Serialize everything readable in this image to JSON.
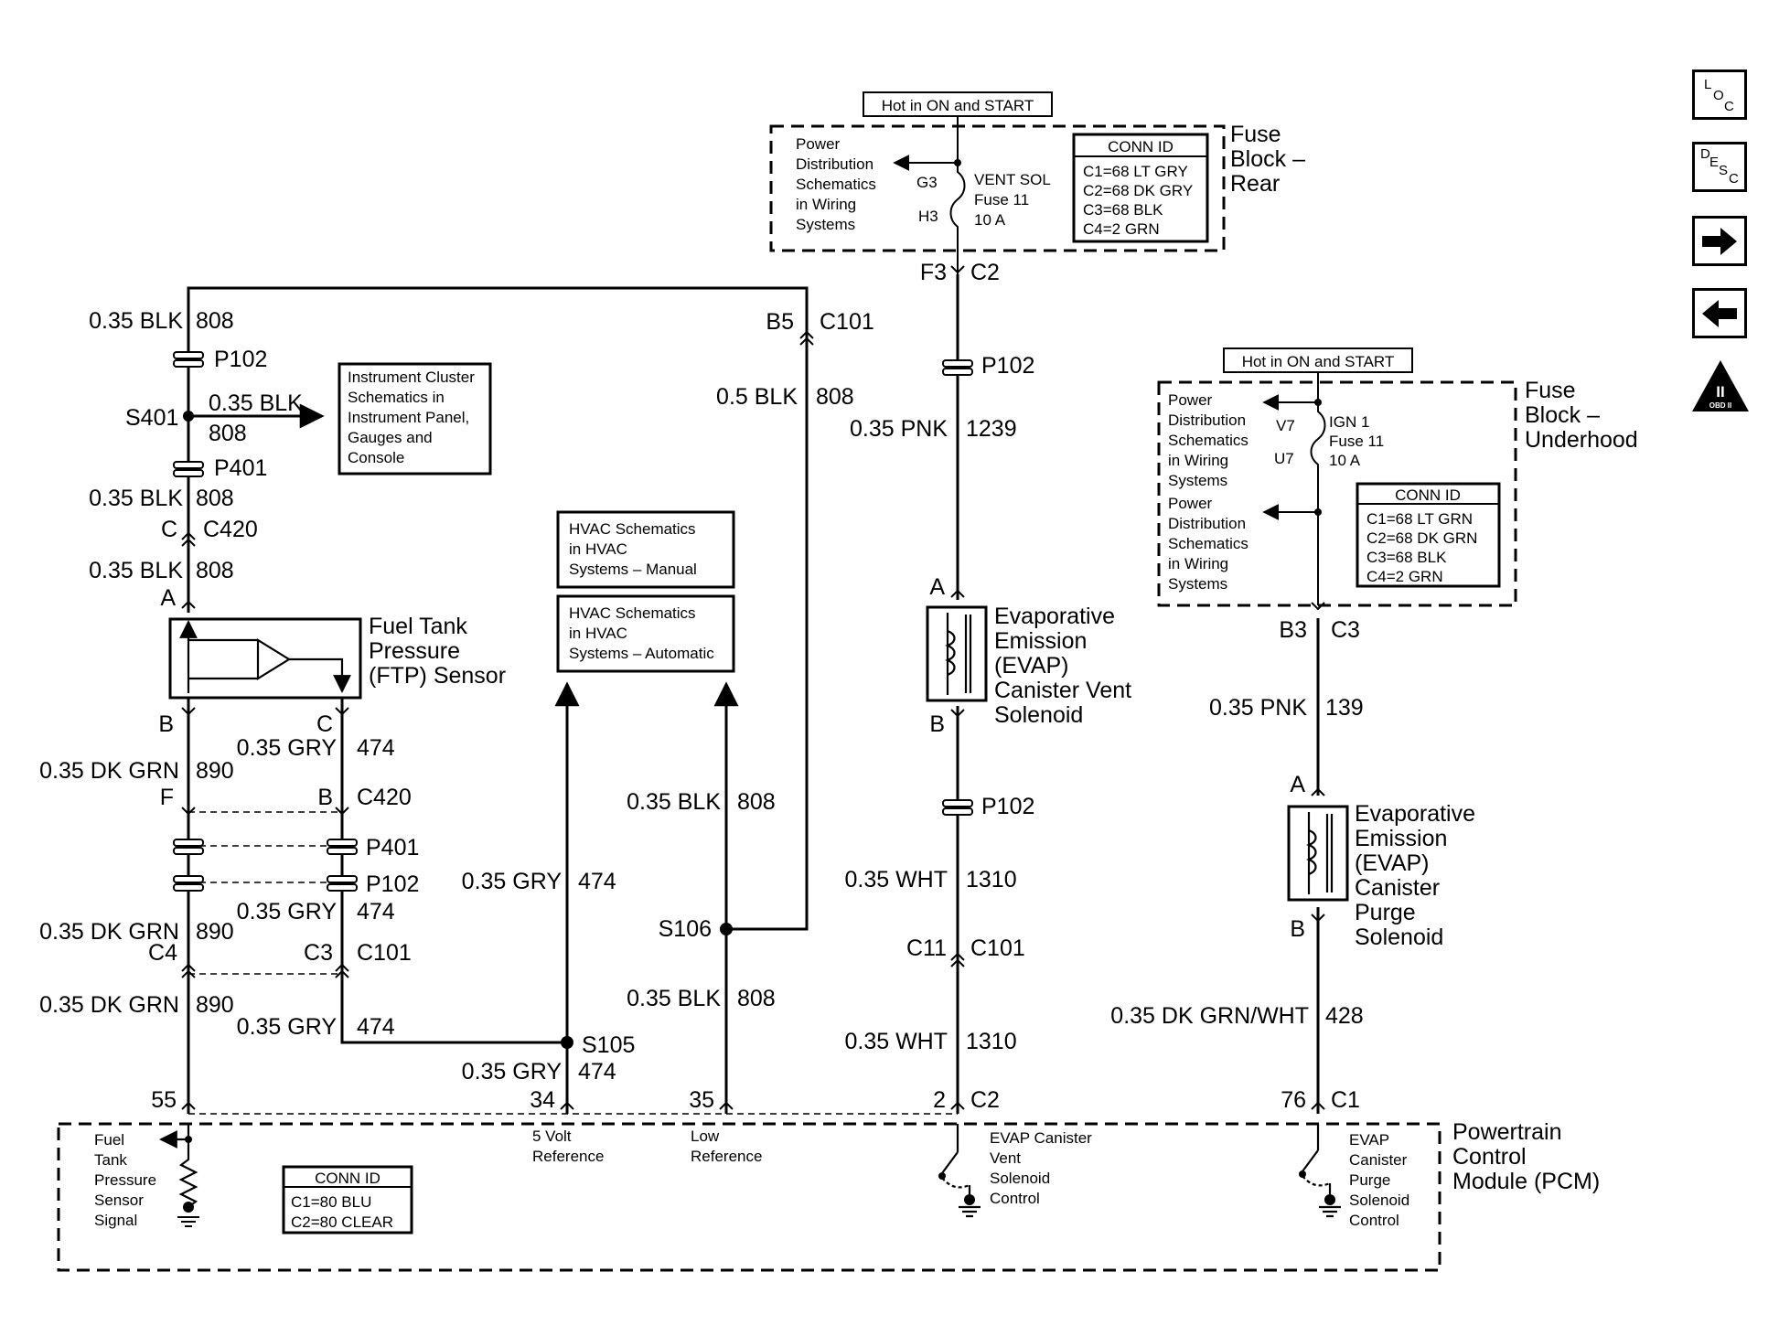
{
  "hot_labels": {
    "rear": "Hot in ON and START",
    "underhood": "Hot in ON and START"
  },
  "fuse_block_rear": {
    "name_lines": [
      "Fuse",
      "Block –",
      "Rear"
    ],
    "power_lines": [
      "Power",
      "Distribution",
      "Schematics",
      "in Wiring",
      "Systems"
    ],
    "pin_top": "G3",
    "pin_bottom": "H3",
    "fuse_lines": [
      "VENT SOL",
      "Fuse 11",
      "10 A"
    ],
    "conn_title": "CONN ID",
    "conn_rows": [
      "C1=68 LT GRY",
      "C2=68 DK GRY",
      "C3=68 BLK",
      "C4=2 GRN"
    ]
  },
  "fuse_block_underhood": {
    "name_lines": [
      "Fuse",
      "Block –",
      "Underhood"
    ],
    "power1_lines": [
      "Power",
      "Distribution",
      "Schematics",
      "in Wiring",
      "Systems"
    ],
    "power2_lines": [
      "Power",
      "Distribution",
      "Schematics",
      "in Wiring",
      "Systems"
    ],
    "pin_top": "V7",
    "pin_bottom": "U7",
    "fuse_lines": [
      "IGN 1",
      "Fuse 11",
      "10 A"
    ],
    "conn_title": "CONN ID",
    "conn_rows": [
      "C1=68 LT GRN",
      "C2=68 DK GRN",
      "C3=68 BLK",
      "C4=2 GRN"
    ]
  },
  "instrument_box_lines": [
    "Instrument Cluster",
    "Schematics in",
    "Instrument Panel,",
    "Gauges and",
    "Console"
  ],
  "hvac_manual_lines": [
    "HVAC Schematics",
    "in HVAC",
    "Systems – Manual"
  ],
  "hvac_auto_lines": [
    "HVAC Schematics",
    "in HVAC",
    "Systems – Automatic"
  ],
  "ftp_sensor_lines": [
    "Fuel Tank",
    "Pressure",
    "(FTP) Sensor"
  ],
  "vent_solenoid_lines": [
    "Evaporative",
    "Emission",
    "(EVAP)",
    "Canister Vent",
    "Solenoid"
  ],
  "purge_solenoid_lines": [
    "Evaporative",
    "Emission",
    "(EVAP)",
    "Canister",
    "Purge",
    "Solenoid"
  ],
  "pcm": {
    "name_lines": [
      "Powertrain",
      "Control",
      "Module (PCM)"
    ],
    "ftp_signal_lines": [
      "Fuel",
      "Tank",
      "Pressure",
      "Sensor",
      "Signal"
    ],
    "five_volt_lines": [
      "5 Volt",
      "Reference"
    ],
    "low_ref_lines": [
      "Low",
      "Reference"
    ],
    "vent_control_lines": [
      "EVAP Canister",
      "Vent",
      "Solenoid",
      "Control"
    ],
    "purge_control_lines": [
      "EVAP",
      "Canister",
      "Purge",
      "Solenoid",
      "Control"
    ],
    "conn_title": "CONN ID",
    "conn_rows": [
      "C1=80 BLU",
      "C2=80 CLEAR"
    ]
  },
  "wires": {
    "blk_top": {
      "gauge": "0.35 BLK",
      "circuit": "808"
    },
    "blk_s401_branch": {
      "gauge": "0.35 BLK",
      "circuit": "808"
    },
    "blk_mid": {
      "gauge": "0.35 BLK",
      "circuit": "808"
    },
    "blk_low": {
      "gauge": "0.35 BLK",
      "circuit": "808"
    },
    "blk_c101": {
      "gauge": "0.5 BLK",
      "circuit": "808"
    },
    "blk_s106_up": {
      "gauge": "0.35 BLK",
      "circuit": "808"
    },
    "blk_s106_down": {
      "gauge": "0.35 BLK",
      "circuit": "808"
    },
    "grn_1": {
      "gauge": "0.35 DK GRN",
      "circuit": "890"
    },
    "grn_2": {
      "gauge": "0.35 DK GRN",
      "circuit": "890"
    },
    "grn_3": {
      "gauge": "0.35 DK GRN",
      "circuit": "890"
    },
    "gry_1": {
      "gauge": "0.35 GRY",
      "circuit": "474"
    },
    "gry_2": {
      "gauge": "0.35 GRY",
      "circuit": "474"
    },
    "gry_3": {
      "gauge": "0.35 GRY",
      "circuit": "474"
    },
    "gry_s105_up": {
      "gauge": "0.35 GRY",
      "circuit": "474"
    },
    "gry_s105_down": {
      "gauge": "0.35 GRY",
      "circuit": "474"
    },
    "pnk_vent": {
      "gauge": "0.35 PNK",
      "circuit": "1239"
    },
    "pnk_purge": {
      "gauge": "0.35 PNK",
      "circuit": "139"
    },
    "wht_1": {
      "gauge": "0.35 WHT",
      "circuit": "1310"
    },
    "wht_2": {
      "gauge": "0.35 WHT",
      "circuit": "1310"
    },
    "grn_wht": {
      "gauge": "0.35 DK GRN/WHT",
      "circuit": "428"
    }
  },
  "connectors": {
    "p102": "P102",
    "p401": "P401",
    "c420": "C420",
    "c101": "C101",
    "c2": "C2",
    "c3": "C3",
    "c1": "C1",
    "c4": "C4",
    "c11": "C11",
    "f3": "F3",
    "b3": "B3",
    "b5": "B5",
    "pin_a": "A",
    "pin_b": "B",
    "pin_c": "C",
    "pin_f": "F"
  },
  "splices": {
    "s401": "S401",
    "s105": "S105",
    "s106": "S106"
  },
  "pcm_pins": {
    "p55": "55",
    "p34": "34",
    "p35": "35",
    "p2": "2",
    "p76": "76"
  },
  "nav": {
    "loc": {
      "l": "L",
      "o": "O",
      "c": "C"
    },
    "desc": {
      "d": "D",
      "e": "E",
      "s": "S",
      "c": "C"
    },
    "obd_badge": "OBD II",
    "obd_numeral": "II"
  }
}
